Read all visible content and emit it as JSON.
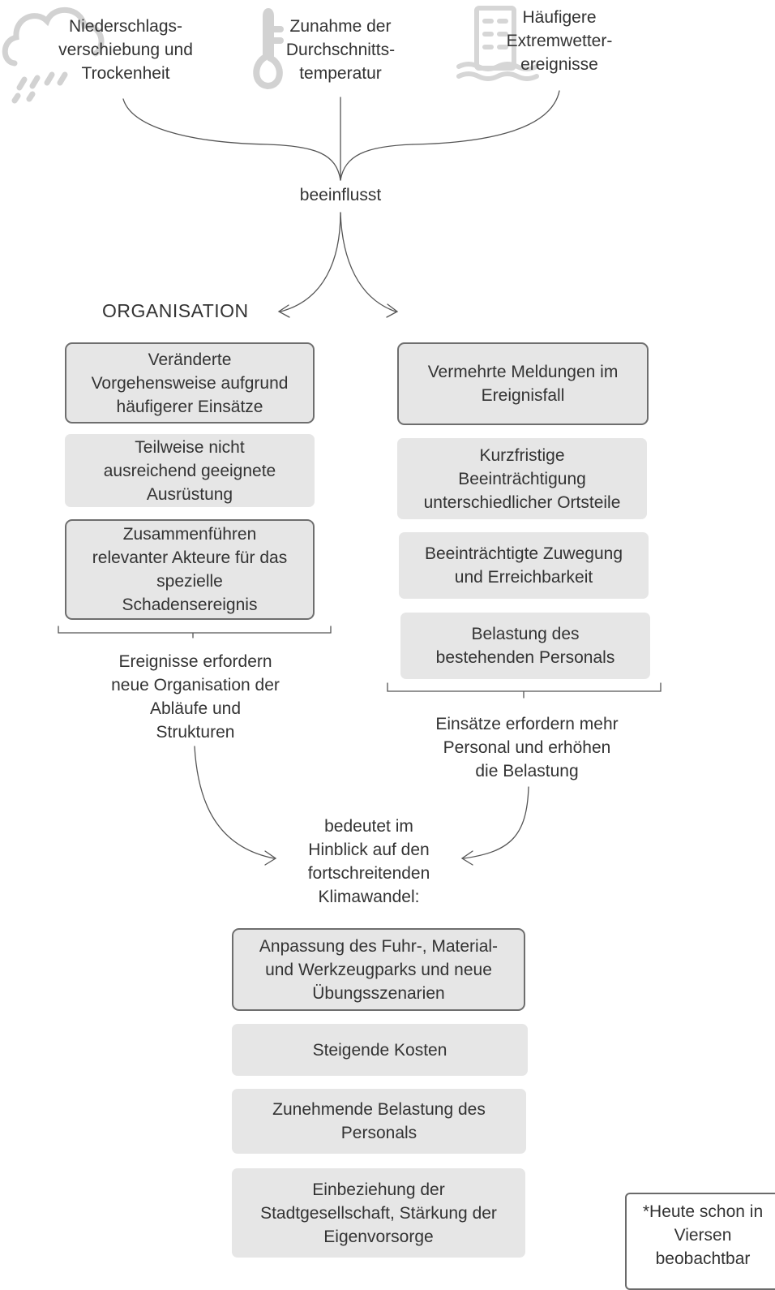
{
  "top": {
    "precipitation": "Niederschlags-\nverschiebung und\nTrockenheit",
    "temperature": "Zunahme der\nDurchschnitts-\ntemperatur",
    "extreme": "Häufigere\nExtremwetter-\nereignisse"
  },
  "influences_label": "beeinflusst",
  "organisation_label": "ORGANISATION",
  "left_boxes": [
    "Veränderte\nVorgehensweise aufgrund\nhäufigerer Einsätze",
    "Teilweise nicht\nausreichend geeignete\nAusrüstung",
    "Zusammenführen\nrelevanter Akteure für das\nspezielle\nSchadensereignis"
  ],
  "left_summary": "Ereignisse erfordern\nneue Organisation der\nAbläufe und\nStrukturen",
  "right_boxes": [
    "Vermehrte Meldungen im\nEreignisfall",
    "Kurzfristige\nBeeinträchtigung\nunterschiedlicher Ortsteile",
    "Beeinträchtigte Zuwegung\nund Erreichbarkeit",
    "Belastung des\nbestehenden Personals"
  ],
  "right_summary": "Einsätze erfordern mehr\nPersonal und erhöhen\ndie Belastung",
  "means_label": "bedeutet im\nHinblick auf den\nfortschreitenden\nKlimawandel:",
  "bottom_boxes": [
    "Anpassung des Fuhr-, Material-\nund Werkzeugparks und neue\nÜbungsszenarien",
    "Steigende Kosten",
    "Zunehmende Belastung des\nPersonals",
    "Einbeziehung der\nStadtgesellschaft, Stärkung der\nEigenvorsorge"
  ],
  "note": "*Heute schon in\nViersen\nbeobachtbar",
  "colors": {
    "box_fill": "#e6e6e6",
    "box_outline": "#6e6e6e",
    "line": "#555555",
    "icon": "#d0d0d0",
    "text": "#333333"
  },
  "icons": [
    "cloud-rain-icon",
    "thermometer-icon",
    "flooded-building-icon"
  ]
}
